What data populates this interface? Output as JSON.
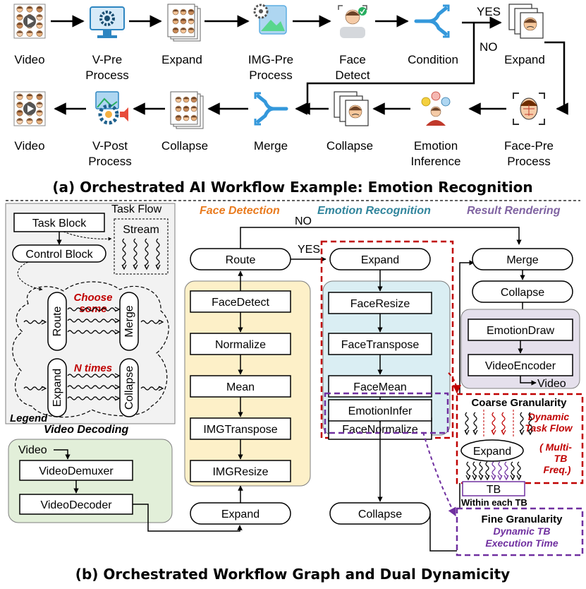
{
  "workflow_a": {
    "caption": "(a) Orchestrated AI Workflow Example: Emotion Recognition",
    "row1": [
      {
        "lines": [
          "Video"
        ],
        "icon": "video-grid-icon"
      },
      {
        "lines": [
          "V-Pre",
          "Process"
        ],
        "icon": "monitor-gear-icon"
      },
      {
        "lines": [
          "Expand"
        ],
        "icon": "stacked-faces-icon"
      },
      {
        "lines": [
          "IMG-Pre",
          "Process"
        ],
        "icon": "image-gear-icon"
      },
      {
        "lines": [
          "Face",
          "Detect"
        ],
        "icon": "face-check-icon"
      },
      {
        "lines": [
          "Condition"
        ],
        "icon": "fork-arrow-icon"
      },
      {
        "lines": [
          "Expand"
        ],
        "icon": "face-cards-icon"
      }
    ],
    "row2": [
      {
        "lines": [
          "Video"
        ],
        "icon": "video-grid-icon"
      },
      {
        "lines": [
          "V-Post",
          "Process"
        ],
        "icon": "gear-speaker-icon"
      },
      {
        "lines": [
          "Collapse"
        ],
        "icon": "stacked-faces-icon"
      },
      {
        "lines": [
          "Merge"
        ],
        "icon": "merge-arrow-icon"
      },
      {
        "lines": [
          "Collapse"
        ],
        "icon": "face-cards-icon"
      },
      {
        "lines": [
          "Emotion",
          "Inference"
        ],
        "icon": "emotion-person-icon"
      },
      {
        "lines": [
          "Face-Pre",
          "Process"
        ],
        "icon": "face-scan-icon"
      }
    ],
    "yes_label": "YES",
    "no_label": "NO"
  },
  "legend": {
    "title": "Legend",
    "task_block": "Task Block",
    "control_block": "Control Block",
    "task_flow": "Task Flow",
    "stream": "Stream",
    "route": "Route",
    "merge": "Merge",
    "expand": "Expand",
    "collapse": "Collapse",
    "choose_some": [
      "Choose",
      "some"
    ],
    "n_times": "N times"
  },
  "sections": {
    "face_detection": "Face Detection",
    "emotion_recognition": "Emotion Recognition",
    "result_rendering": "Result Rendering",
    "video_decoding": "Video Decoding"
  },
  "colors": {
    "face_detection": "#e97b1f",
    "emotion_recognition": "#31859c",
    "result_rendering": "#8064a2",
    "video_decoding": "#00b050",
    "dashed_red": "#c00000",
    "dashed_purple": "#7030a0"
  },
  "video_decoding": {
    "input": "Video",
    "blocks": [
      "VideoDemuxer",
      "VideoDecoder"
    ]
  },
  "face_detection": {
    "blocks": [
      "FaceDetect",
      "Normalize",
      "Mean",
      "IMGTranspose",
      "IMGResize"
    ],
    "route": "Route",
    "expand": "Expand"
  },
  "emotion_recognition": {
    "expand": "Expand",
    "blocks": [
      "FaceResize",
      "FaceTranspose",
      "FaceMean",
      "FaceNormalize",
      "EmotionInfer"
    ],
    "collapse": "Collapse"
  },
  "result_rendering": {
    "merge": "Merge",
    "collapse": "Collapse",
    "blocks": [
      "EmotionDraw",
      "VideoEncoder"
    ],
    "output": "Video"
  },
  "graph_labels": {
    "yes": "YES",
    "no": "NO"
  },
  "coarse": {
    "title": "Coarse Granularity",
    "dynamic": [
      "Dynamic",
      "Task Flow"
    ],
    "multi": [
      "( Multi-",
      "TB",
      "Freq.)"
    ],
    "expand": "Expand",
    "tb": "TB"
  },
  "fine": {
    "within": "Within each TB",
    "title": "Fine Granularity",
    "dynamic": [
      "Dynamic TB",
      "Execution Time"
    ]
  },
  "caption_b": "(b) Orchestrated Workflow Graph and Dual Dynamicity"
}
